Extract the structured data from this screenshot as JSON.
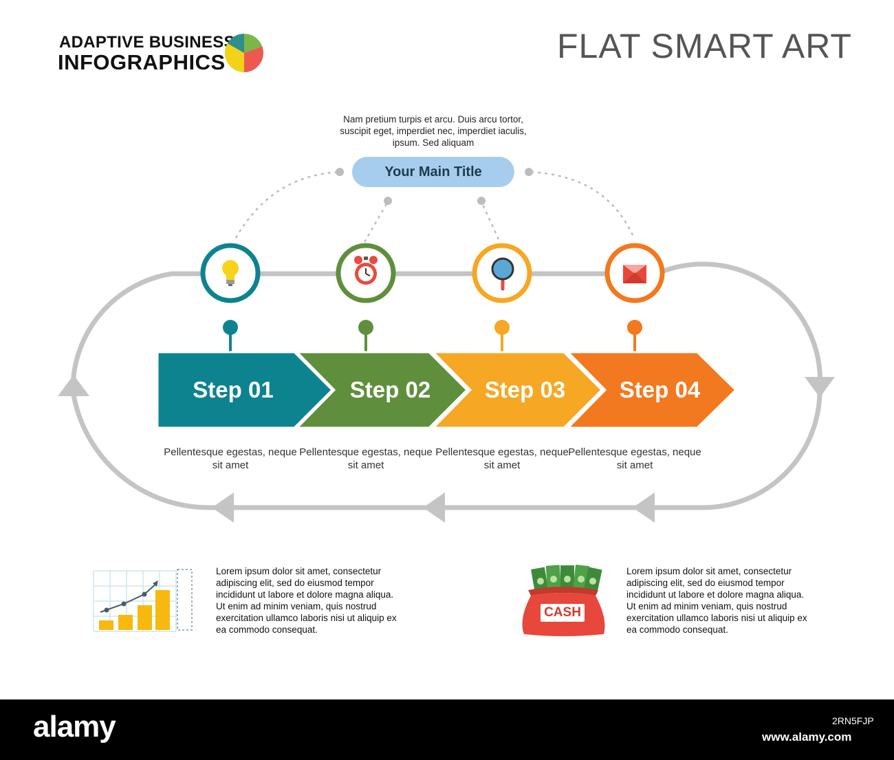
{
  "brand": {
    "line1": "ADAPTIVE BUSINESS",
    "line2": "INFOGRAPHICS"
  },
  "headline": "FLAT SMART ART",
  "main_title": {
    "label": "Your Main Title",
    "description": "Nam pretium turpis et arcu. Duis arcu tortor, suscipit eget, imperdiet nec, imperdiet iaculis, ipsum. Sed aliquam"
  },
  "steps": [
    {
      "label": "Step 01",
      "description": "Pellentesque egestas, neque sit amet",
      "icon": "lightbulb-icon",
      "color": "#0d8390"
    },
    {
      "label": "Step 02",
      "description": "Pellentesque egestas, neque sit amet",
      "icon": "alarm-clock-icon",
      "color": "#5f8f3c"
    },
    {
      "label": "Step 03",
      "description": "Pellentesque egestas, neque sit amet",
      "icon": "magnifier-icon",
      "color": "#f6a724"
    },
    {
      "label": "Step 04",
      "description": "Pellentesque egestas, neque sit amet",
      "icon": "envelope-icon",
      "color": "#f2791f"
    }
  ],
  "bottom_blocks": [
    {
      "icon": "growth-chart-icon",
      "text": "Lorem ipsum dolor sit amet, consectetur adipiscing elit, sed do eiusmod tempor incididunt ut labore et dolore magna aliqua. Ut enim ad minim veniam, quis nostrud exercitation ullamco laboris nisi ut aliquip ex ea commodo consequat."
    },
    {
      "icon": "cash-bag-icon",
      "badge": "CASH",
      "text": "Lorem ipsum dolor sit amet, consectetur adipiscing elit, sed do eiusmod tempor incididunt ut labore et dolore magna aliqua. Ut enim ad minim veniam, quis nostrud exercitation ullamco laboris nisi ut aliquip ex ea commodo consequat."
    }
  ],
  "footer": {
    "logo": "alamy",
    "image_id": "2RN5FJP",
    "site": "www.alamy.com"
  },
  "colors": {
    "loop": "#c4c4c4",
    "dots": "#b9b9b9",
    "pie": [
      "#2e8f8a",
      "#f3d21a",
      "#ec5a4f",
      "#7ab648"
    ]
  }
}
